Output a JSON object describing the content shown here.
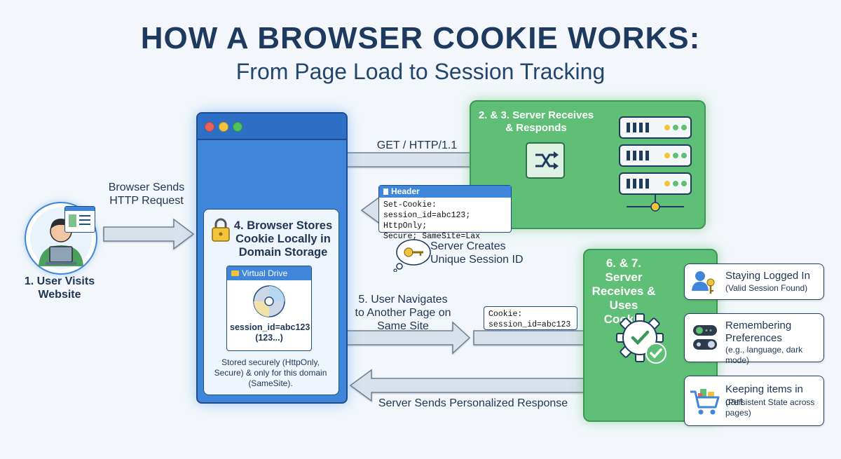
{
  "title": "HOW A BROWSER COOKIE WORKS:",
  "subtitle": "From Page Load to Session Tracking",
  "colors": {
    "blue": "#3f86db",
    "green": "#5fbf76",
    "navy": "#1e3a5f",
    "arrow": "#d9e1ea"
  },
  "user": {
    "icon": "user-laptop-icon",
    "label": "1. User Visits Website"
  },
  "request_label": "Browser Sends HTTP Request",
  "browser": {
    "dots": [
      "#e9605b",
      "#f3c33d",
      "#4cc35c"
    ],
    "step4_title": "4. Browser Stores Cookie Locally in Domain Storage",
    "drive_header": "Virtual Drive",
    "drive_value": "session_id=abc123 (123...)",
    "storage_note": "Stored securely (HttpOnly, Secure) & only for this domain (SameSite)."
  },
  "server": {
    "get_label": "GET / HTTP/1.1",
    "title": "2. & 3. Server Receives & Responds",
    "header_box_title": "Header",
    "header_lines": [
      "Set-Cookie:",
      "session_id=abc123; HttpOnly;",
      "Secure; SameSite=Lax"
    ],
    "session_note": "Server Creates Unique Session ID"
  },
  "navigate": {
    "label": "5. User Navigates to Another Page on Same Site",
    "cookie_lines": [
      "Cookie:",
      "session_id=abc123"
    ]
  },
  "uses": {
    "title": "6. & 7. Server Receives & Uses Cookie",
    "response_label": "Server Sends Personalized Response",
    "cards": [
      {
        "icon": "user-key-icon",
        "title": "Staying Logged In",
        "sub": "(Valid Session Found)"
      },
      {
        "icon": "toggle-switches-icon",
        "title": "Remembering Preferences",
        "sub": "(e.g., language, dark mode)"
      },
      {
        "icon": "shopping-cart-icon",
        "title": "Keeping items in cart",
        "sub": "(Persistent State across pages)"
      }
    ]
  }
}
